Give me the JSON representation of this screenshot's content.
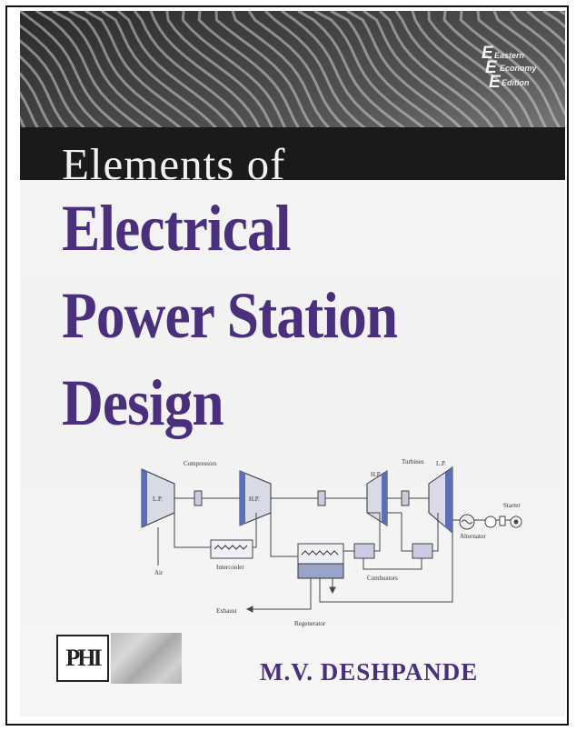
{
  "badge": {
    "line1": "Eastern",
    "line2": "Economy",
    "line3": "Edition"
  },
  "title": {
    "line_small": "Elements of",
    "line1": "Electrical",
    "line2": "Power Station",
    "line3": "Design"
  },
  "diagram": {
    "compressors": "Compressors",
    "turbines": "Turbines",
    "hp": "H.P.",
    "lp": "L.P.",
    "starter": "Starter",
    "alternator": "Alternator",
    "air": "Air",
    "intercooler": "Intercooler",
    "combustors": "Combustors",
    "exhaust": "Exhaust",
    "regenerator": "Regenerator",
    "lp_comp": "L.P.",
    "hp_comp": "H.P."
  },
  "publisher": {
    "logo": "PHI"
  },
  "author": "M.V. DESHPANDE",
  "colors": {
    "title": "#4a2f7c",
    "band": "#1b1b1b",
    "turbine": "#5b6fb8"
  }
}
